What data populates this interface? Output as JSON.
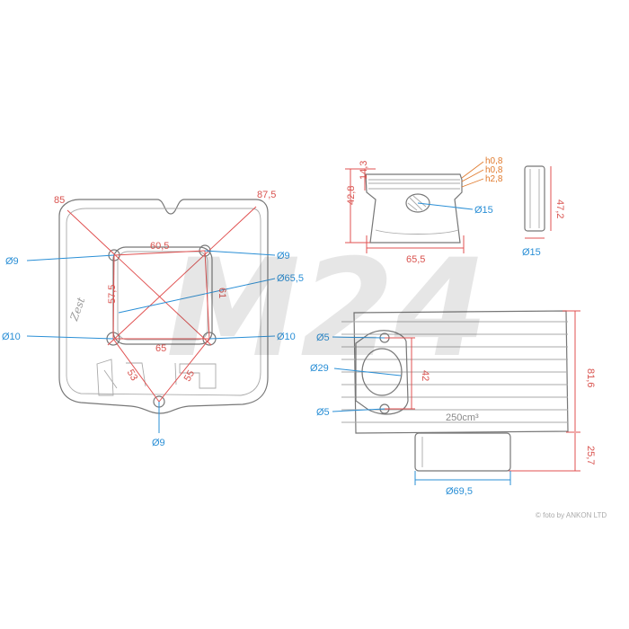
{
  "watermark": "M24",
  "credit": "© foto by ANKON LTD",
  "colors": {
    "dimension_red": "#e05050",
    "dimension_blue": "#2a8fd6",
    "ring_orange": "#e07a2d"
  },
  "top_view": {
    "dim_85": "85",
    "dim_87_5": "87,5",
    "dim_60_5": "60,5",
    "dim_57_5": "57,5",
    "dim_61": "61",
    "dim_65": "65",
    "dim_53": "53",
    "dim_55": "55",
    "bolt_tl": "Ø9",
    "bolt_tr": "Ø9",
    "bore": "Ø65,5",
    "bolt_ml": "Ø10",
    "bolt_mr": "Ø10",
    "bolt_bottom": "Ø9",
    "cast_mark": "Zest"
  },
  "piston": {
    "h1": "h0,8",
    "h2": "h0,8",
    "h3": "h2,8",
    "height_ring": "14,3",
    "height_total": "42,8",
    "pin": "Ø15",
    "diameter": "65,5"
  },
  "pin": {
    "length": "47,2",
    "diameter": "Ø15"
  },
  "cylinder": {
    "stud_top": "Ø5",
    "port": "Ø29",
    "stud_bottom": "Ø5",
    "port_spacing": "42",
    "height": "81,6",
    "skirt": "25,7",
    "skirt_diameter": "Ø69,5",
    "cast_mark": "250cm³"
  }
}
